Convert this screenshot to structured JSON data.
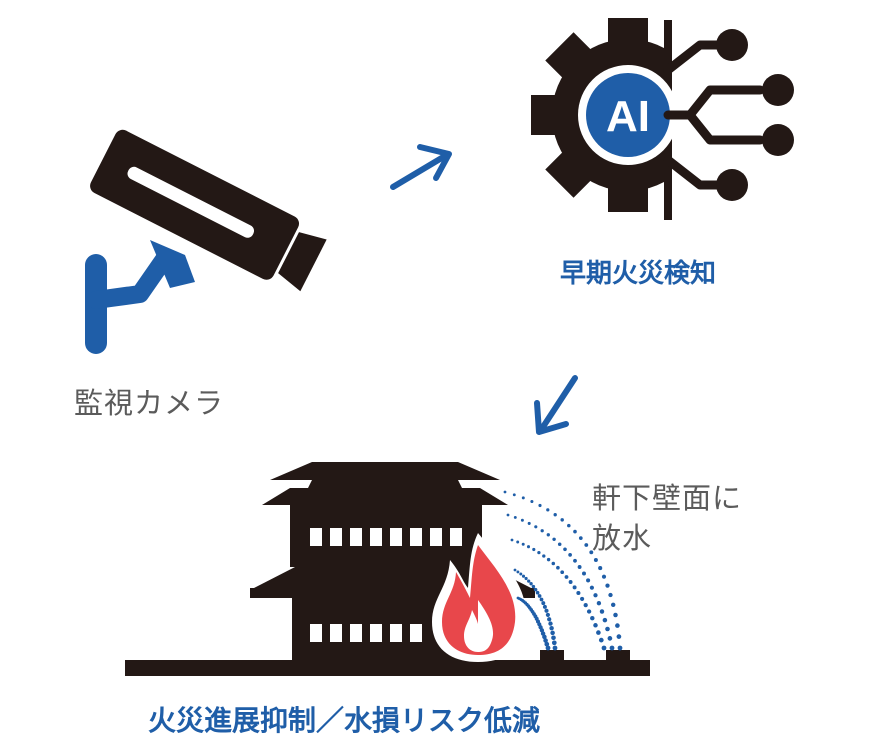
{
  "camera": {
    "label": "監視カメラ"
  },
  "ai": {
    "badge": "AI",
    "label": "早期火災検知"
  },
  "spray": {
    "line1": "軒下壁面に",
    "line2": "放水"
  },
  "result": {
    "label": "火災進展抑制／水損リスク低減"
  },
  "colors": {
    "black": "#231815",
    "blue": "#1f5ea8",
    "fire": "#e8474b",
    "gray": "#5b5b5b"
  },
  "icons": [
    "surveillance-camera-icon",
    "ai-gear-icon",
    "arrow-icon",
    "building-icon",
    "fire-icon",
    "water-spray-icon"
  ]
}
